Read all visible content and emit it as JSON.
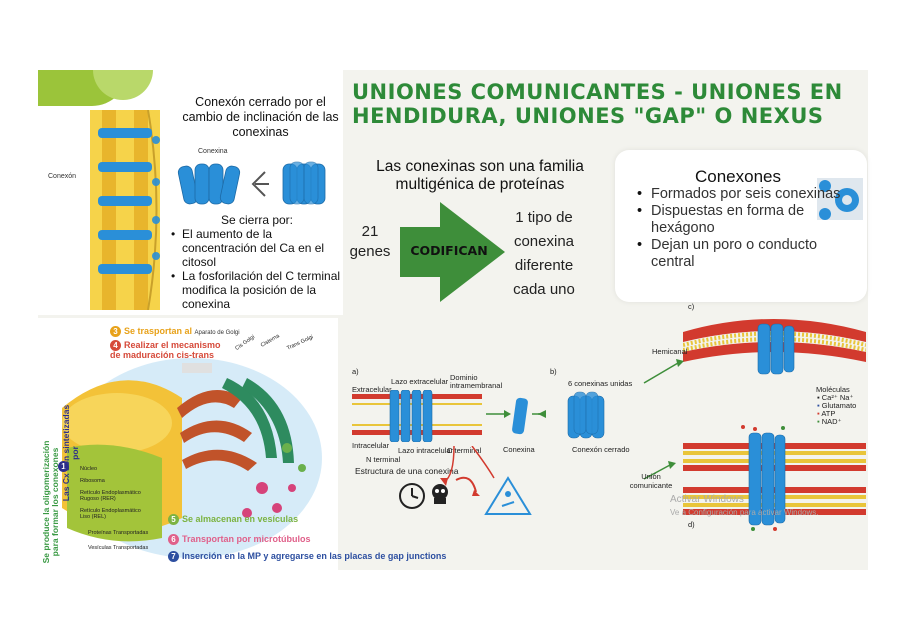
{
  "title": "UNIONES COMUNICANTES - UNIONES EN HENDIDURA, UNIONES \"GAP\" O NEXUS",
  "top_left": {
    "heading": "Conexón cerrado por el cambio de inclinación de las conexinas",
    "label_conexon": "Conexón",
    "label_conexina": "Conexina",
    "closes_by_heading": "Se cierra por:",
    "closes_by": [
      "El aumento de la concentración del Ca en el citosol",
      "La fosforilación del C terminal modifica la posición de la conexina"
    ]
  },
  "middle": {
    "family": "Las conexinas son una familia multigénica de proteínas",
    "genes": "21 genes",
    "codifican": "CODIFICAN",
    "tipo": "1 tipo de conexina diferente cada uno"
  },
  "conexones": {
    "heading": "Conexones",
    "items": [
      "Formados por seis conexinas",
      "Dispuestas en forma de hexágono",
      "Dejan un poro o conducto central"
    ]
  },
  "bottom_left": {
    "vertical_text": "Se produce la oligomerización para formar los conexones",
    "vertical_text2": "Las Cx son sintetizadas por",
    "steps": [
      {
        "num": "3",
        "text": "Se trasportan al",
        "extra": "Aparato de Golgi"
      },
      {
        "num": "4",
        "text": "Realizar el mecanismo de maduración cis-trans",
        "extra": ""
      },
      {
        "num": "5",
        "text": "Se almacenan en vesículas",
        "extra": ""
      },
      {
        "num": "6",
        "text": "Transportan por microtúbulos",
        "extra": ""
      },
      {
        "num": "7",
        "text": "Inserción en la MP y agregarse en las  placas de gap junctions",
        "extra": ""
      },
      {
        "num": "1",
        "text": "",
        "extra": ""
      }
    ],
    "cell_labels": {
      "cis": "Cis Golgi",
      "cisterna": "Cisterna",
      "trans": "Trans Golgi",
      "nucleo": "Núcleo",
      "ribosoma": "Ribosoma",
      "rer": "Retículo Endoplasmático Rugoso (RER)",
      "rel": "Retículo Endoplasmático Liso (REL)",
      "prot": "Proteínas Transportadas",
      "ves": "Vesículas Transportadas"
    }
  },
  "diagram": {
    "a": "a)",
    "b": "b)",
    "extracelular": "Extracelular",
    "intracelular": "Intracelular",
    "lazo_ext": "Lazo extracelular",
    "lazo_int": "Lazo intracelular",
    "dominio": "Dominio intramembranal",
    "n_term": "N terminal",
    "c_term": "C terminal",
    "estructura": "Estructura de una conexina",
    "conexina": "Conexina",
    "seis": "6 conexinas unidas",
    "cerrado": "Conexón cerrado"
  },
  "right": {
    "c": "c)",
    "d": "d)",
    "hemicanal": "Hemicanal",
    "union": "Unión comunicante",
    "moleculas": "Moléculas",
    "mol_items": [
      "Ca²⁺ Na⁺",
      "Glutamato",
      "ATP",
      "NAD⁺"
    ],
    "watermark1": "Activar Windows",
    "watermark2": "Ve a Configuración para activar Windows."
  },
  "colors": {
    "title_green": "#2d8a38",
    "arrow_green": "#3e8e3a",
    "connexin_blue": "#2a8fd8",
    "membrane_red": "#d23a2e",
    "membrane_yellow": "#e9c53a"
  }
}
